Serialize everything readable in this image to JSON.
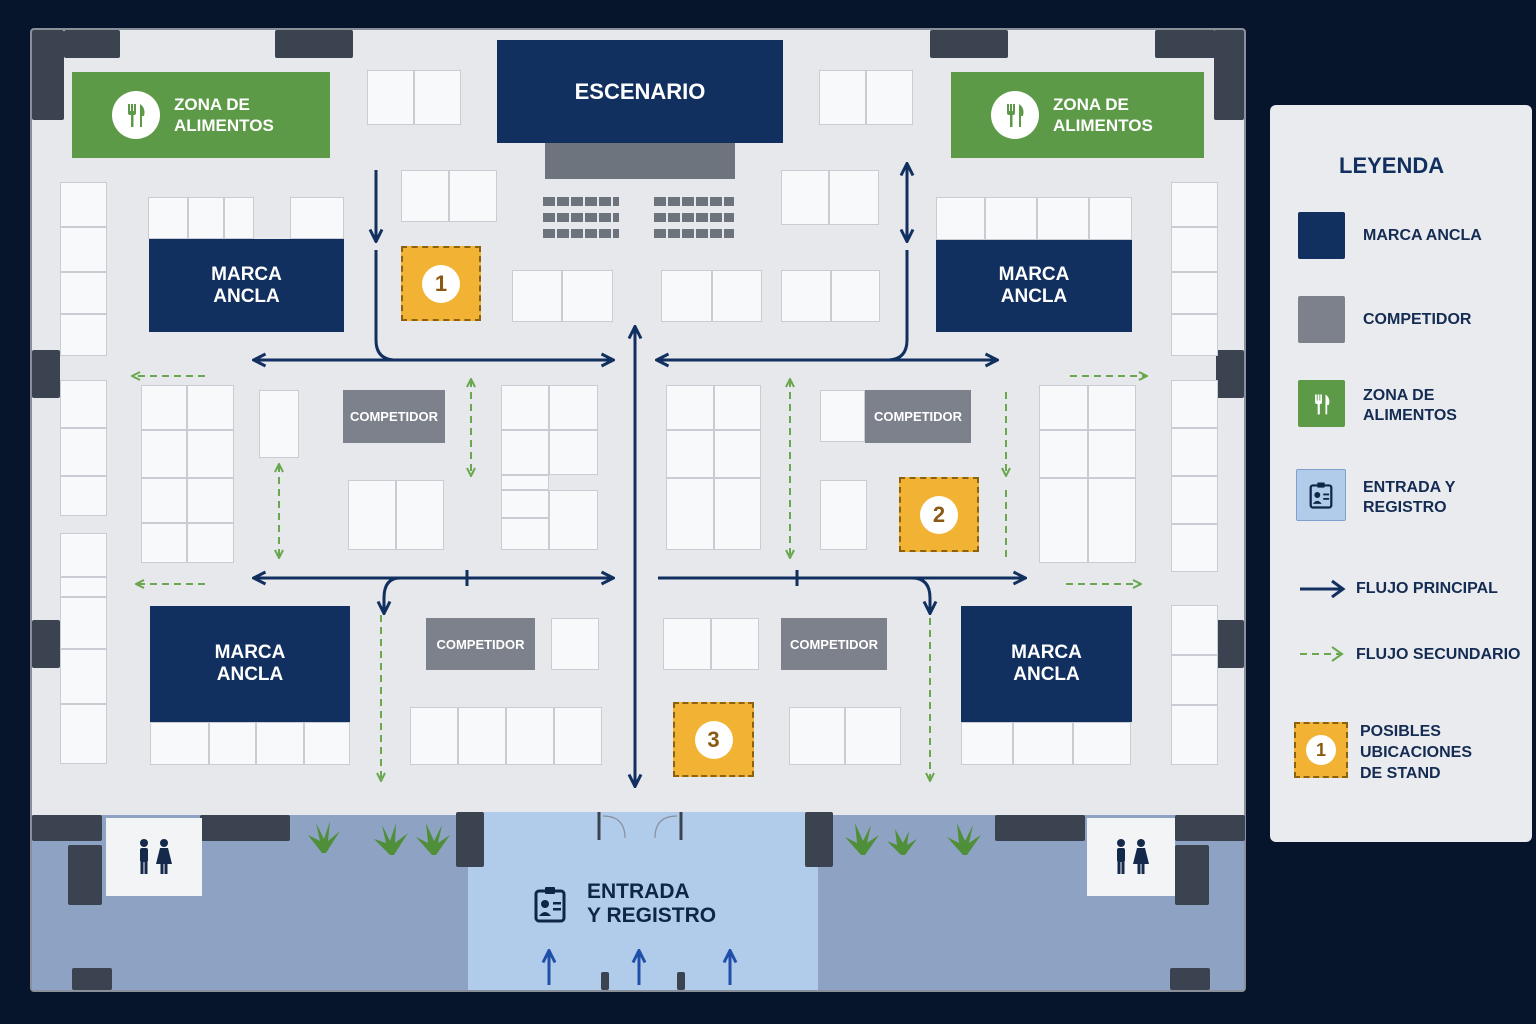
{
  "map": {
    "stage_label": "ESCENARIO",
    "food_zone_label_left": "ZONA DE ALIMENTOS",
    "food_zone_label_right": "ZONA DE ALIMENTOS",
    "anchor_label": "MARCA ANCLA",
    "competitor_label": "COMPETIDOR",
    "entrance_line1": "ENTRADA",
    "entrance_line2": "Y REGISTRO",
    "spot_1": "1",
    "spot_2": "2",
    "spot_3": "3"
  },
  "legend": {
    "title": "LEYENDA",
    "items": [
      {
        "label": "MARCA ANCLA",
        "icon": "navy-square",
        "color": "#12305f"
      },
      {
        "label": "COMPETIDOR",
        "icon": "gray-square",
        "color": "#7c818b"
      },
      {
        "label": "ZONA DE ALIMENTOS",
        "icon": "fork-knife-icon",
        "color": "#5d9a48"
      },
      {
        "label": "ENTRADA Y REGISTRO",
        "icon": "id-badge-icon",
        "color": "#b1cbeb"
      },
      {
        "label": "FLUJO PRINCIPAL",
        "icon": "solid-arrow-icon",
        "color": "#12305f"
      },
      {
        "label": "FLUJO SECUNDARIO",
        "icon": "dashed-arrow-icon",
        "color": "#6aa84f"
      },
      {
        "label": "POSIBLES UBICACIONES DE STAND",
        "icon": "numbered-spot-icon",
        "color": "#f2b233",
        "number": "1"
      }
    ]
  },
  "colors": {
    "background": "#06152b",
    "anchor": "#12305f",
    "competitor": "#7c818b",
    "food": "#5d9a48",
    "entrance": "#b1cbeb",
    "spot": "#f2b233",
    "primary_flow": "#12305f",
    "secondary_flow": "#6aa84f"
  }
}
